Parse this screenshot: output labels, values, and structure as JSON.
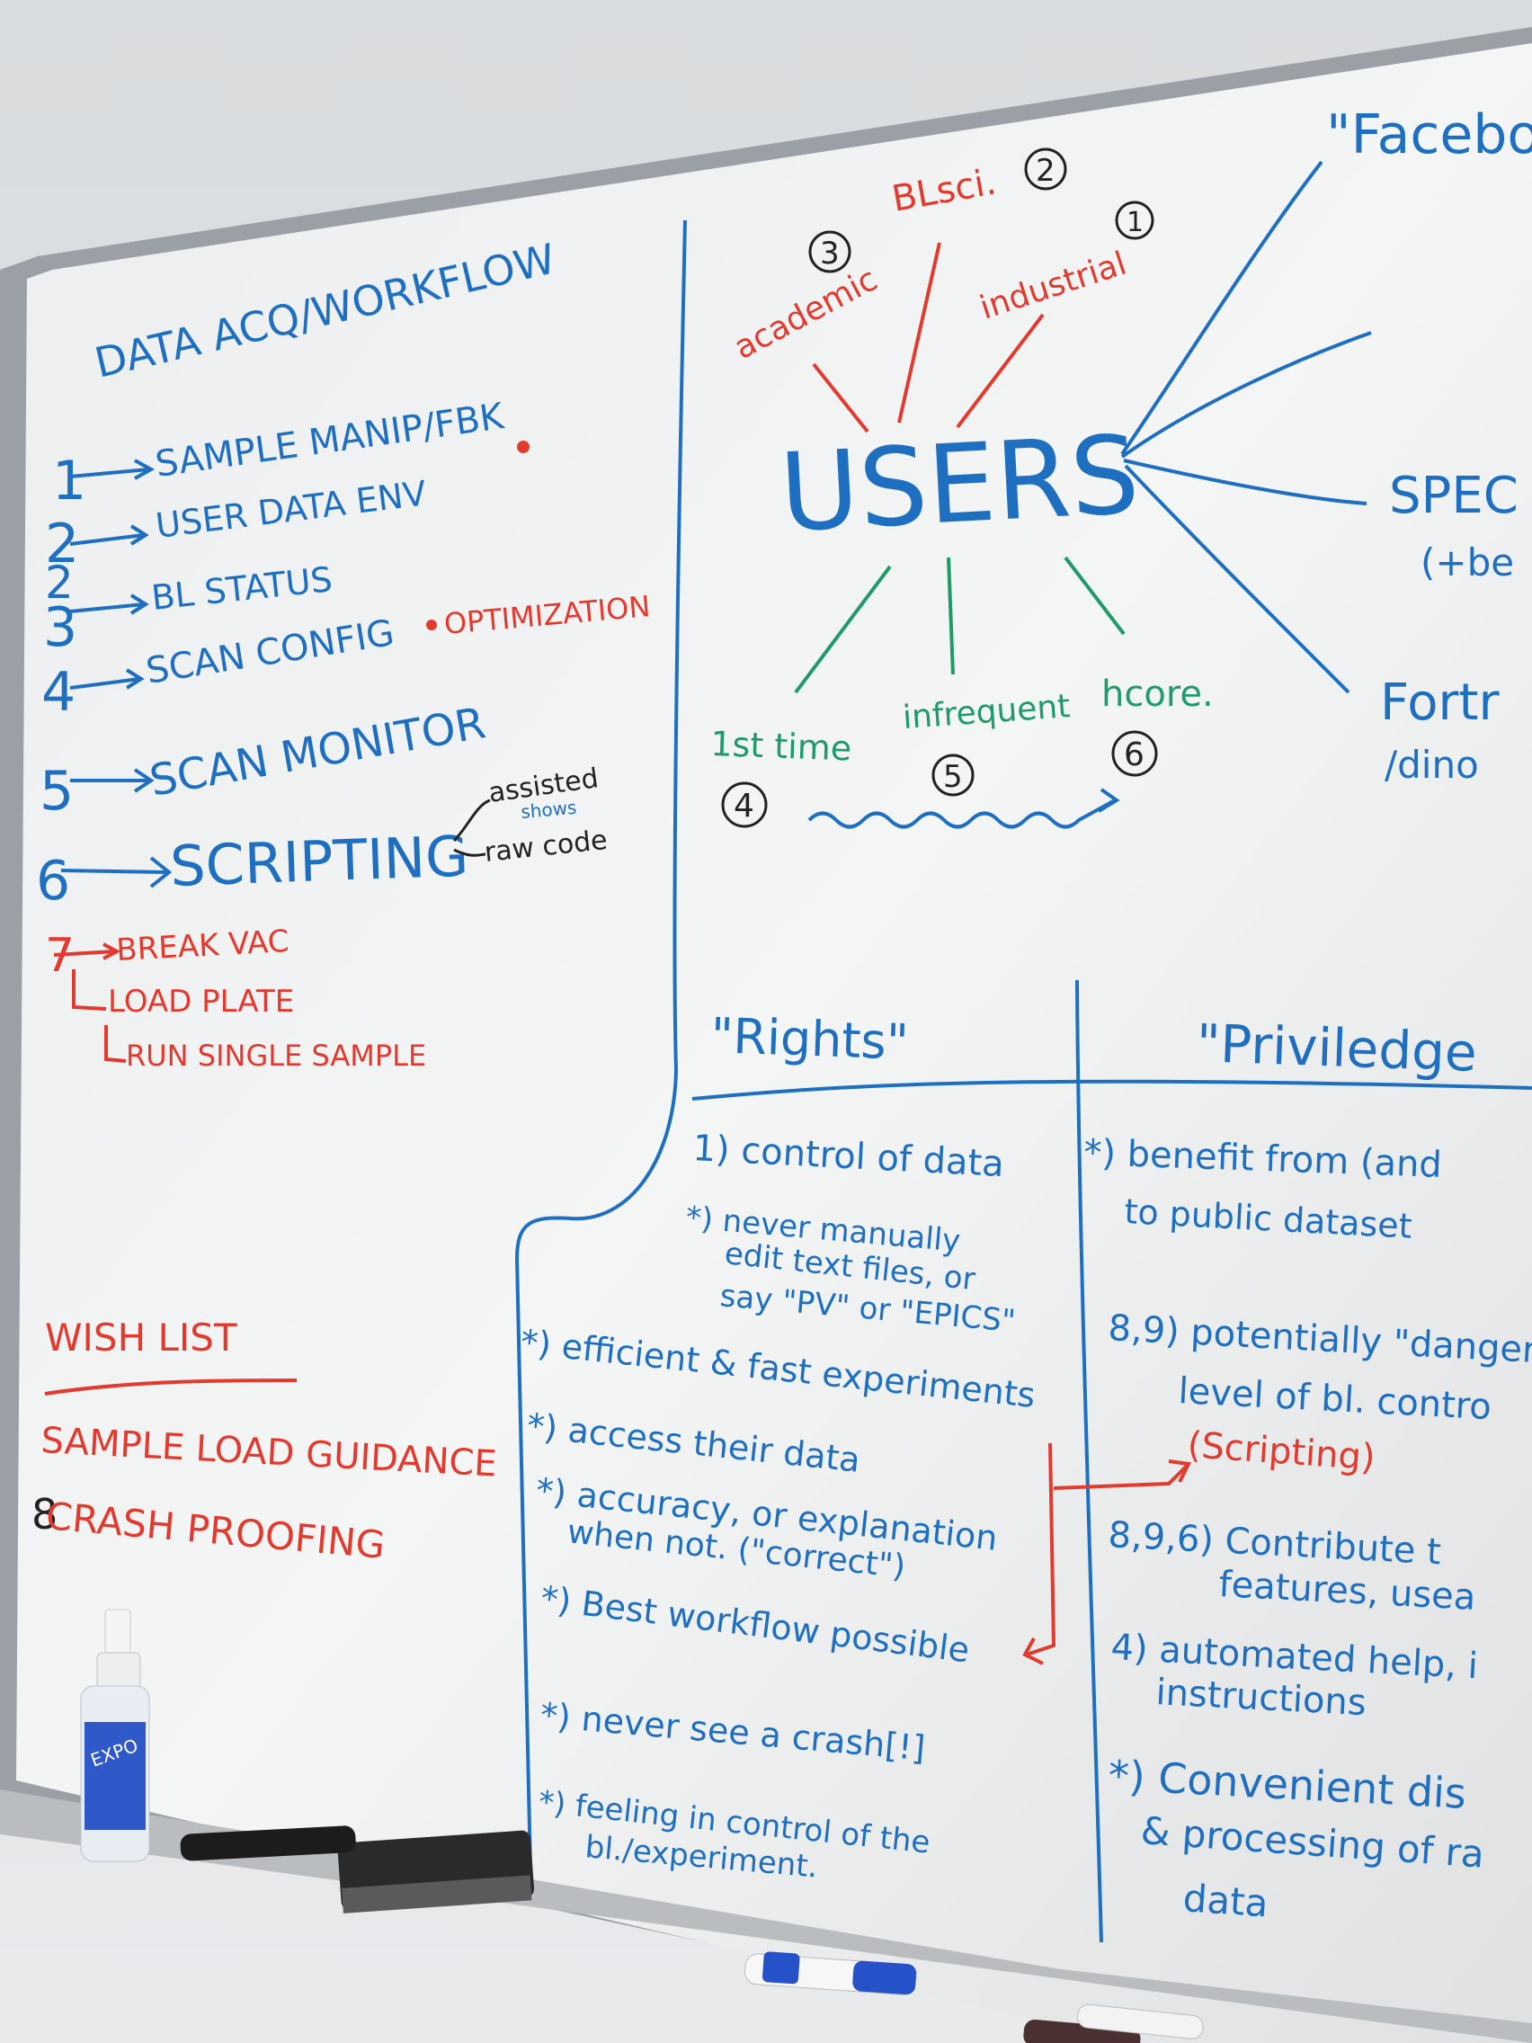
{
  "colors": {
    "board": "#f2f3f3",
    "wall": "#e6e8ea",
    "frame": "#8a8e92",
    "blue_marker": "#1f6fc0",
    "red_marker": "#e23a2e",
    "green_marker": "#1f9a6a",
    "black_marker": "#222222"
  },
  "left": {
    "title": "DATA ACQ/WORKFLOW",
    "items": [
      {
        "num": "1",
        "text": "SAMPLE MANIP/FBK"
      },
      {
        "num": "2",
        "text": "USER DATA ENV"
      },
      {
        "num": "2",
        "text": "BL STATUS"
      },
      {
        "num": "3",
        "text": "SCAN CONFIG"
      },
      {
        "num": "4",
        "text": ""
      },
      {
        "num": "5",
        "text": "SCAN MONITOR"
      },
      {
        "num": "6",
        "text": "SCRIPTING"
      },
      {
        "num": "7",
        "text": "BREAK VAC"
      }
    ],
    "optimization": "OPTIMIZATION",
    "scripting_notes": {
      "assisted": "assisted",
      "shows": "shows",
      "raw": "raw code"
    },
    "sub_items": [
      "LOAD PLATE",
      "RUN SINGLE SAMPLE"
    ],
    "wishlist": {
      "title": "WISH LIST",
      "items": [
        "SAMPLE LOAD GUIDANCE",
        "CRASH PROOFING"
      ],
      "marker": "8"
    }
  },
  "users": {
    "center": "USERS",
    "types": [
      {
        "label": "academic",
        "num": "3"
      },
      {
        "label": "BLsci.",
        "num": "2"
      },
      {
        "label": "industrial",
        "num": "1"
      }
    ],
    "frequency": [
      {
        "label": "1st time",
        "num": "4"
      },
      {
        "label": "infrequent",
        "num": "5"
      },
      {
        "label": "hcore.",
        "num": "6"
      }
    ],
    "right_branches": [
      "\"Facebo",
      "SPEC",
      "(+be",
      "Fortr",
      "/dino"
    ]
  },
  "rights": {
    "title": "\"Rights\"",
    "items": [
      "1) control of data",
      "*) never manually",
      "edit text files, or",
      "say \"PV\" or \"EPICS\"",
      "*) efficient & fast experiments",
      "*) access their data",
      "*) accuracy, or explanation",
      "when not. (\"correct\")",
      "*) Best workflow possible",
      "*) never see a crash[!]",
      "*) feeling in control of the",
      "bl./experiment."
    ]
  },
  "privileges": {
    "title": "\"Priviledge",
    "items": [
      "*) benefit from (and",
      "to public dataset",
      "8,9) potentially \"danger",
      "level of bl. contro",
      "(Scripting)",
      "8,9,6) Contribute t",
      "features, usea",
      "4) automated help, i",
      "instructions",
      "*) Convenient dis",
      "& processing of ra",
      "data"
    ]
  },
  "objects": {
    "bottle_brand": "EXPO"
  }
}
